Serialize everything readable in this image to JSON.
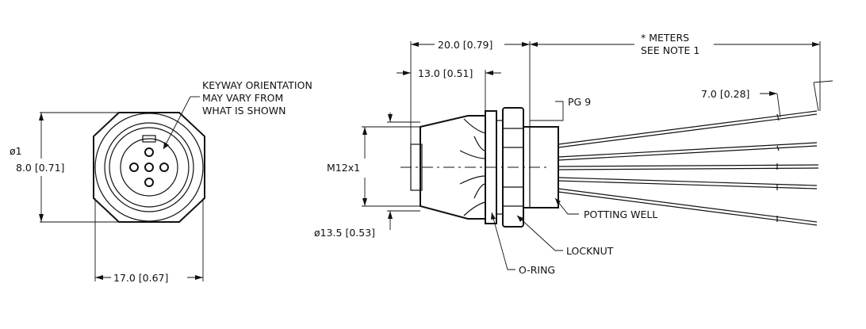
{
  "labels": {
    "keyway_line1": "KEYWAY ORIENTATION",
    "keyway_line2": "MAY VARY FROM",
    "keyway_line3": "WHAT IS SHOWN",
    "dia_symbol": "ø1",
    "dia_value": "8.0 [0.71]",
    "width_front": "17.0 [0.67]",
    "len_total": "20.0 [0.79]",
    "len_body": "13.0 [0.51]",
    "meters_line1": "* METERS",
    "meters_line2": "SEE NOTE 1",
    "strip_len": "7.0 [0.28]",
    "pg": "PG 9",
    "thread": "M12x1",
    "dia_body": "ø13.5 [0.53]",
    "potting": "POTTING WELL",
    "locknut": "LOCKNUT",
    "oring": "O-RING"
  }
}
